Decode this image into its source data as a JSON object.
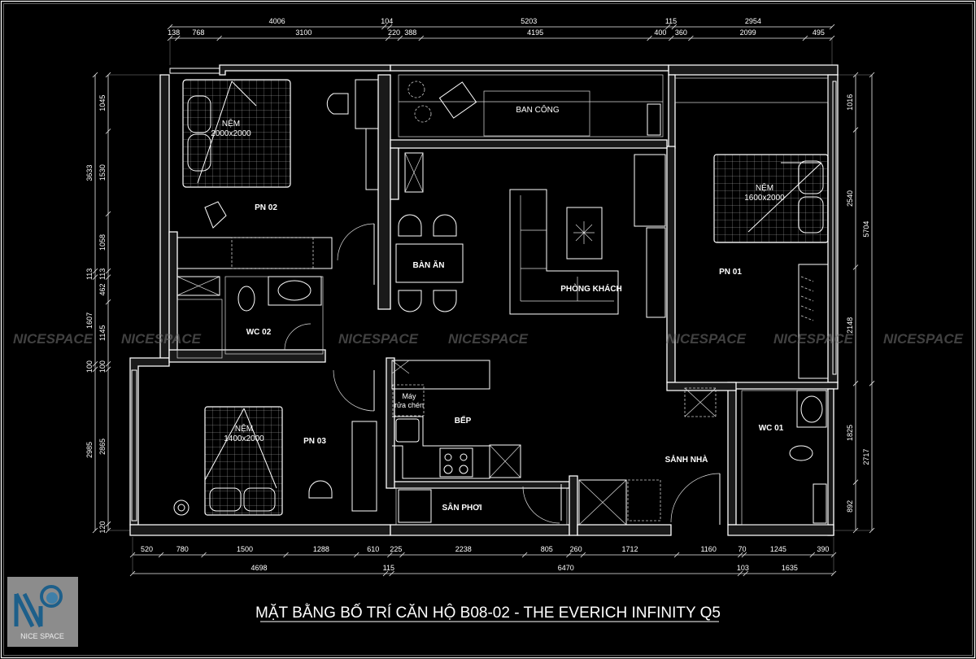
{
  "title": "MẶT BẰNG BỐ TRÍ CĂN HỘ B08-02 - THE EVERICH INFINITY Q5",
  "logo": {
    "text": "NICE SPACE",
    "mark": "NP",
    "bg_color": "#8c8c8c",
    "mark_color": "#1d5f8a"
  },
  "watermark": "NICESPACE",
  "rooms": {
    "bed_pn02": {
      "line1": "NỆM",
      "line2": "2000x2000"
    },
    "pn02": "PN 02",
    "wc02": "WC 02",
    "bed_pn03": {
      "line1": "NỆM",
      "line2": "1400x2000"
    },
    "pn03": "PN 03",
    "balcony": "BAN CÔNG",
    "dining": "BÀN ĂN",
    "living": "PHÒNG KHÁCH",
    "bed_pn01": {
      "line1": "NỆM",
      "line2": "1600x2000"
    },
    "pn01": "PN 01",
    "dishwasher": {
      "line1": "Máy",
      "line2": "rửa chén"
    },
    "kitchen": "BẾP",
    "laundry": "SÂN PHƠI",
    "lobby": "SẢNH NHÀ",
    "wc01": "WC 01"
  },
  "dimensions": {
    "top_outer": [
      4006,
      104,
      5203,
      115,
      2954
    ],
    "top_inner": [
      138,
      768,
      3100,
      220,
      388,
      4195,
      400,
      360,
      2099,
      495
    ],
    "left_outer": [
      3633,
      113,
      1607,
      100,
      2985
    ],
    "left_inner": [
      1045,
      1530,
      1058,
      113,
      462,
      1145,
      100,
      2865,
      120
    ],
    "right_inner": [
      1016,
      2540,
      2148,
      1825,
      892
    ],
    "right_outer": [
      5704,
      2717
    ],
    "bottom_inner": [
      520,
      780,
      1500,
      1288,
      610,
      225,
      2238,
      805,
      260,
      1712,
      1160,
      70,
      1245,
      390
    ],
    "bottom_outer": [
      4698,
      115,
      6470,
      103,
      1635
    ]
  }
}
